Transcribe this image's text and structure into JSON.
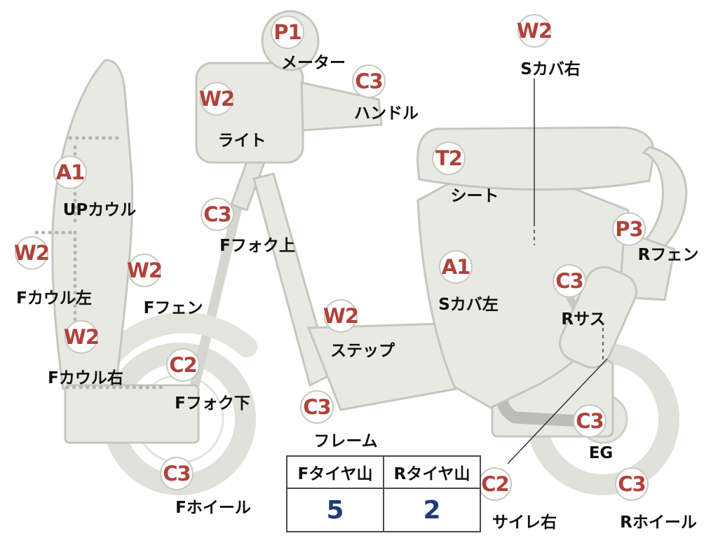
{
  "markers": [
    {
      "code": "P1",
      "label": "メーター"
    },
    {
      "code": "W2",
      "label": "Sカバ右"
    },
    {
      "code": "C3",
      "label": "ハンドル"
    },
    {
      "code": "W2",
      "label": "ライト"
    },
    {
      "code": "T2",
      "label": "シート"
    },
    {
      "code": "A1",
      "label": "UPカウル"
    },
    {
      "code": "C3",
      "label": "Fフォク上"
    },
    {
      "code": "P3",
      "label": "Rフェン"
    },
    {
      "code": "W2",
      "label": "Fカウル左"
    },
    {
      "code": "W2",
      "label": "Fフェン"
    },
    {
      "code": "A1",
      "label": "Sカバ左"
    },
    {
      "code": "C3",
      "label": "Rサス"
    },
    {
      "code": "W2",
      "label": "ステップ"
    },
    {
      "code": "W2",
      "label": "Fカウル右"
    },
    {
      "code": "C2",
      "label": "Fフォク下"
    },
    {
      "code": "C3",
      "label": "フレーム"
    },
    {
      "code": "C3",
      "label": "EG"
    },
    {
      "code": "C3",
      "label": "Fホイール"
    },
    {
      "code": "C2",
      "label": "サイレ右"
    },
    {
      "code": "C3",
      "label": "Rホイール"
    }
  ],
  "tire_table": {
    "headers": [
      "Fタイヤ山",
      "Rタイヤ山"
    ],
    "values": [
      "5",
      "2"
    ]
  },
  "colors": {
    "code_text": "#b0423a",
    "tread_value_text": "#1e3d78",
    "body_fill": "#e9e9e4",
    "body_stroke": "#c6c6bf"
  }
}
